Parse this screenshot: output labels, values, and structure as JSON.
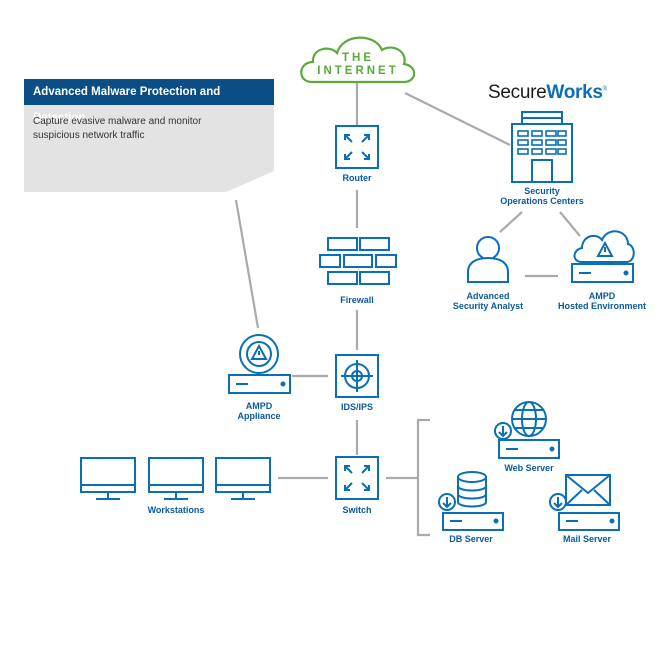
{
  "callout": {
    "title": "Advanced Malware Protection and Detection",
    "body_line1": "Capture evasive malware and monitor",
    "body_line2": "suspicious network traffic"
  },
  "internet": {
    "line1": "THE",
    "line2": "INTERNET"
  },
  "brand": {
    "part1": "Secure",
    "part2": "Works",
    "mark": "®"
  },
  "labels": {
    "router": "Router",
    "firewall": "Firewall",
    "ids_ips": "IDS/IPS",
    "switch": "Switch",
    "ampd_appliance_1": "AMPD",
    "ampd_appliance_2": "Appliance",
    "soc_1": "Security",
    "soc_2": "Operations Centers",
    "analyst_1": "Advanced",
    "analyst_2": "Security Analyst",
    "hosted_1": "AMPD",
    "hosted_2": "Hosted Environment",
    "workstations": "Workstations",
    "web_server": "Web Server",
    "db_server": "DB Server",
    "mail_server": "Mail Server"
  },
  "colors": {
    "icon_blue": "#0a6fb7",
    "dark_blue": "#0b4d85",
    "cloud_green": "#5aaa3c",
    "line_gray": "#aaaaaa",
    "callout_gray": "#e3e3e3"
  }
}
